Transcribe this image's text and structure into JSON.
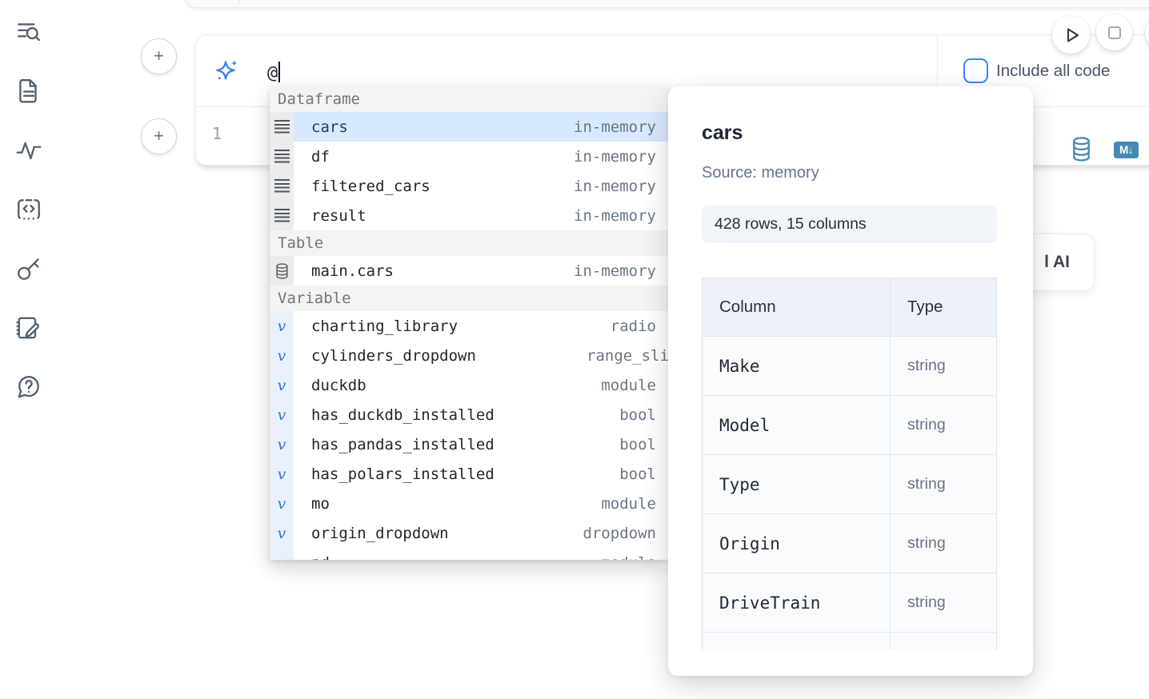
{
  "colors": {
    "accent_blue": "#3b82f6",
    "steel_blue": "#4889b4",
    "highlight_row": "#d7e9fc",
    "selected_text": "#1d3e66"
  },
  "sidebar": {
    "icons": [
      {
        "name": "list-search-icon"
      },
      {
        "name": "file-document-icon"
      },
      {
        "name": "activity-icon"
      },
      {
        "name": "code-snippets-icon"
      },
      {
        "name": "key-icon"
      },
      {
        "name": "scratchpad-icon"
      },
      {
        "name": "help-chat-icon"
      }
    ]
  },
  "top_cell": {
    "ai_prompt": {
      "icon": "sparkles-icon",
      "value": "@"
    },
    "include_all_code_label": "Include all code",
    "editor": {
      "line_number": "1"
    },
    "markdown_icon_text": "M↓",
    "plus_label": "+"
  },
  "autocomplete": {
    "sections": [
      {
        "label": "Dataframe",
        "items": [
          {
            "icon": "dataframe-icon",
            "name": "cars",
            "value": "in-memory",
            "selected": true
          },
          {
            "icon": "dataframe-icon",
            "name": "df",
            "value": "in-memory"
          },
          {
            "icon": "dataframe-icon",
            "name": "filtered_cars",
            "value": "in-memory"
          },
          {
            "icon": "dataframe-icon",
            "name": "result",
            "value": "in-memory"
          }
        ]
      },
      {
        "label": "Table",
        "items": [
          {
            "icon": "database-icon",
            "name": "main.cars",
            "value": "in-memory"
          }
        ]
      },
      {
        "label": "Variable",
        "items": [
          {
            "icon": "variable-icon",
            "name": "charting_library",
            "value": "radio"
          },
          {
            "icon": "variable-icon",
            "name": "cylinders_dropdown",
            "value": "range_sli",
            "clipped": true
          },
          {
            "icon": "variable-icon",
            "name": "duckdb",
            "value": "module"
          },
          {
            "icon": "variable-icon",
            "name": "has_duckdb_installed",
            "value": "bool"
          },
          {
            "icon": "variable-icon",
            "name": "has_pandas_installed",
            "value": "bool"
          },
          {
            "icon": "variable-icon",
            "name": "has_polars_installed",
            "value": "bool"
          },
          {
            "icon": "variable-icon",
            "name": "mo",
            "value": "module"
          },
          {
            "icon": "variable-icon",
            "name": "origin_dropdown",
            "value": "dropdown"
          },
          {
            "icon": "variable-icon",
            "name": "pd",
            "value": "module"
          }
        ]
      }
    ]
  },
  "preview_panel": {
    "title": "cars",
    "source": "Source: memory",
    "shape": "428 rows, 15 columns",
    "table": {
      "headers": [
        "Column",
        "Type"
      ],
      "rows": [
        {
          "column": "Make",
          "type": "string"
        },
        {
          "column": "Model",
          "type": "string"
        },
        {
          "column": "Type",
          "type": "string"
        },
        {
          "column": "Origin",
          "type": "string"
        },
        {
          "column": "DriveTrain",
          "type": "string"
        },
        {
          "column": "",
          "type": ""
        }
      ]
    }
  },
  "partial_ai_button": {
    "visible_text": "l AI"
  }
}
